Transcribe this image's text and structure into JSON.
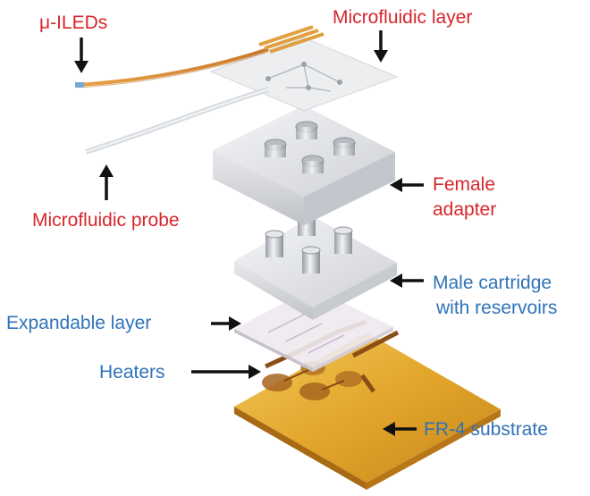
{
  "labels": {
    "micro_ileds": "μ-ILEDs",
    "microfluidic_layer": "Microfluidic layer",
    "female_adapter_line1": "Female",
    "female_adapter_line2": "adapter",
    "microfluidic_probe": "Microfluidic probe",
    "male_cartridge_line1": "Male cartridge",
    "male_cartridge_line2": "with reservoirs",
    "expandable_layer": "Expandable layer",
    "heaters": "Heaters",
    "fr4_substrate": "FR-4 substrate"
  },
  "colors": {
    "red_label": "#d8262b",
    "blue_label": "#2f73b8",
    "substrate": "#e0a72c",
    "copper": "#a8651f",
    "plastic": "#dcdde0"
  }
}
